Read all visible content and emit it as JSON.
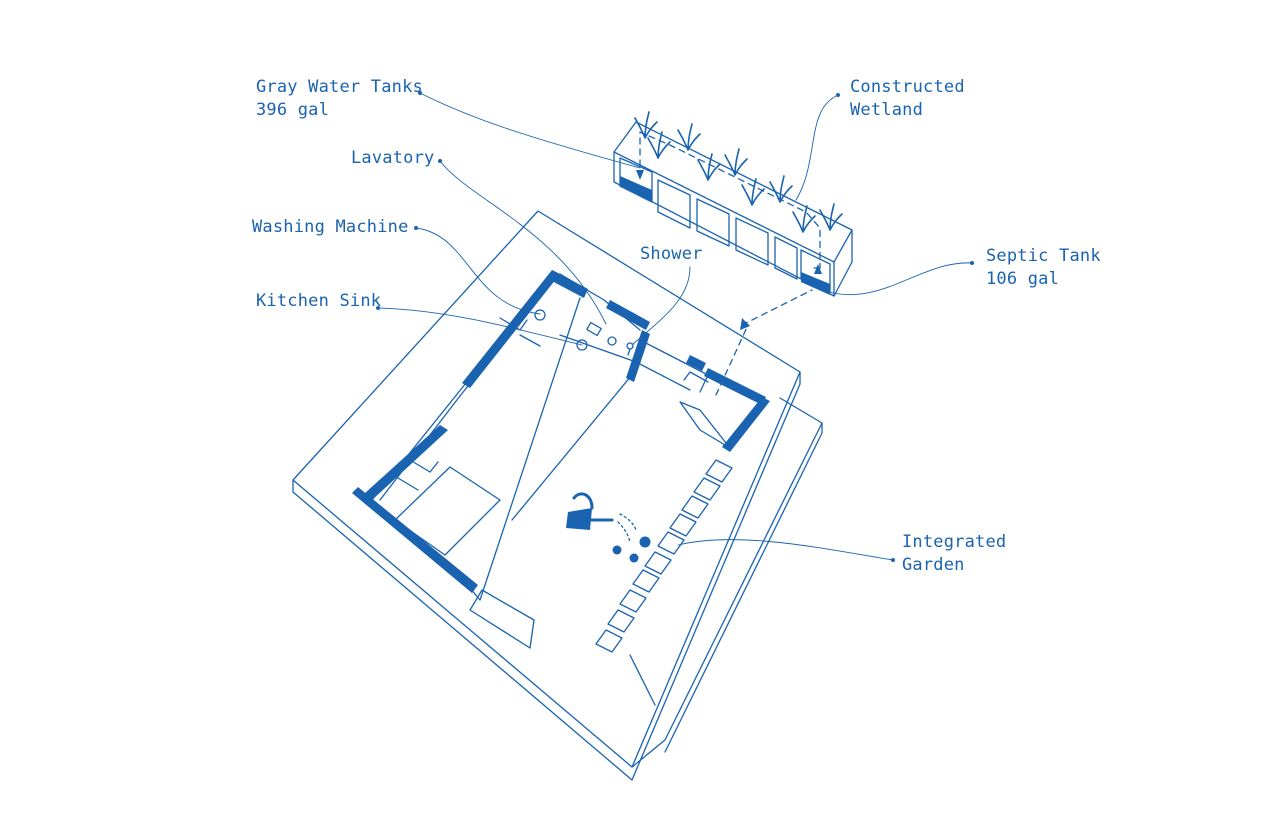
{
  "diagram": {
    "accent_color": "#1a63b0",
    "labels": {
      "gray_water_tanks": {
        "line1": "Gray Water Tanks",
        "line2": "396 gal"
      },
      "constructed_wetland": {
        "line1": "Constructed",
        "line2": "Wetland"
      },
      "lavatory": {
        "line1": "Lavatory"
      },
      "washing_machine": {
        "line1": "Washing Machine"
      },
      "shower": {
        "line1": "Shower"
      },
      "kitchen_sink": {
        "line1": "Kitchen Sink"
      },
      "septic_tank": {
        "line1": "Septic Tank",
        "line2": "106 gal"
      },
      "integrated_garden": {
        "line1": "Integrated",
        "line2": "Garden"
      }
    },
    "icons": [
      "wetland-plant-icon",
      "watering-can-icon",
      "tomato-plant-icon",
      "flow-arrow-icon"
    ]
  }
}
